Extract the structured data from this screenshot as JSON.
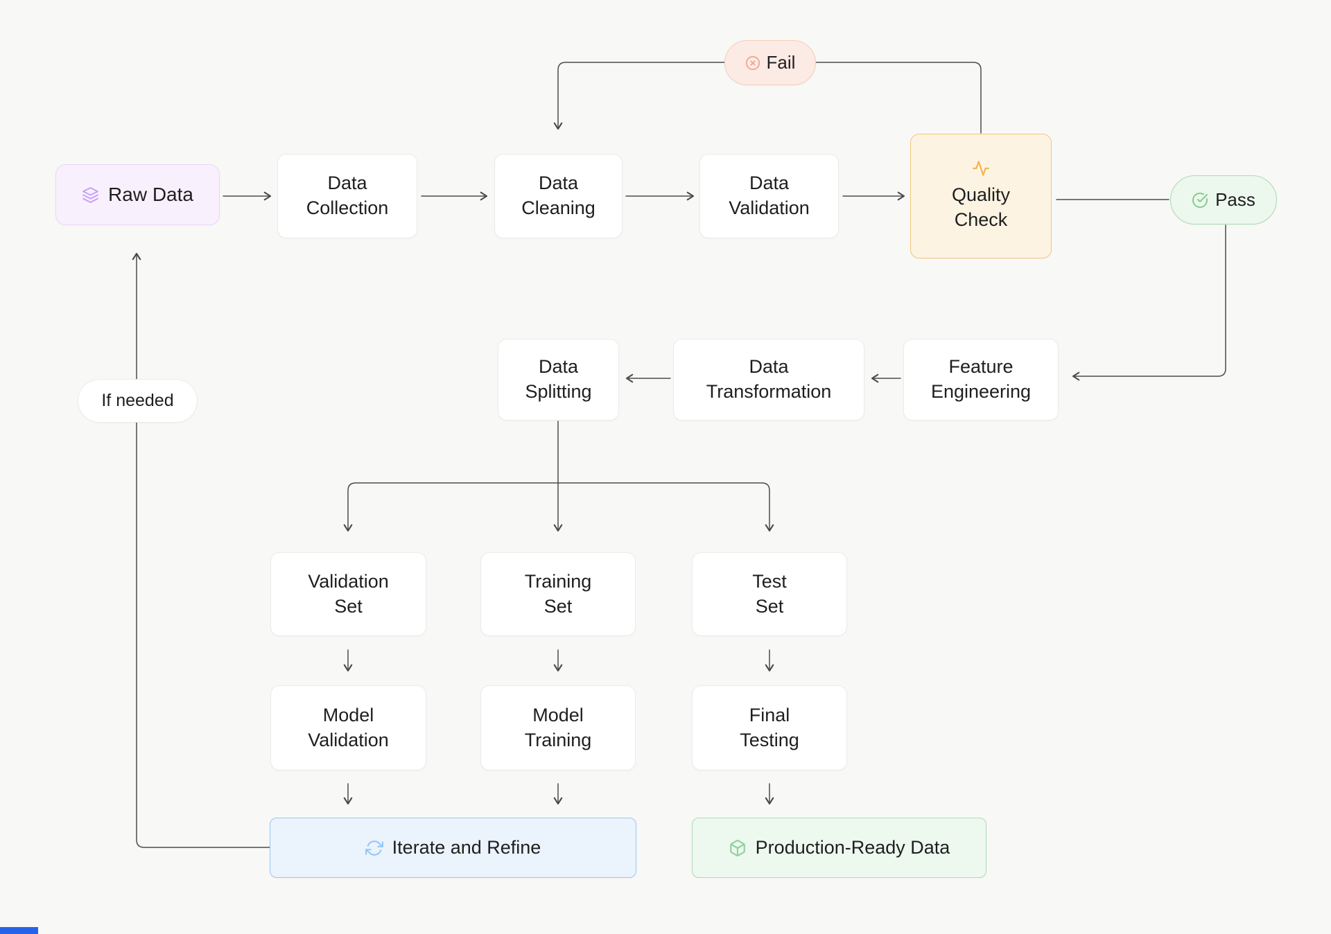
{
  "title": "Data preparation pipeline flowchart",
  "colors": {
    "background": "#f8f8f7",
    "connector": "#4b4b4b",
    "box_bg": "#ffffff",
    "box_border": "#ebebe9",
    "text": "#1e1e20",
    "raw_data_bg": "#f9f0fe",
    "raw_data_border": "#e8d8f8",
    "quality_check_bg": "#fdf3e2",
    "quality_check_border": "#f4c77b",
    "pass_bg": "#ecf7ed",
    "pass_border": "#abdbb0",
    "fail_bg": "#fcebe4",
    "fail_border": "#f7cbbb",
    "iterate_bg": "#ebf3fd",
    "iterate_border": "#97c8f6",
    "production_bg": "#edf8ef",
    "production_border": "#addcb6",
    "bottom_accent": "#2563eb"
  },
  "nodes": {
    "raw_data": {
      "label": "Raw Data",
      "icon": "layers-icon",
      "icon_color": "#c8a4f4"
    },
    "data_collection": {
      "label": "Data\nCollection"
    },
    "data_cleaning": {
      "label": "Data\nCleaning"
    },
    "data_validation": {
      "label": "Data\nValidation"
    },
    "quality_check": {
      "label": "Quality\nCheck",
      "icon": "activity-icon",
      "icon_color": "#f2b54d"
    },
    "pass_badge": {
      "label": "Pass",
      "icon": "circle-check-icon",
      "icon_color": "#86cc90"
    },
    "fail_badge": {
      "label": "Fail",
      "icon": "circle-x-icon",
      "icon_color": "#f0a78f"
    },
    "feature_engineering": {
      "label": "Feature\nEngineering"
    },
    "data_transformation": {
      "label": "Data\nTransformation"
    },
    "data_splitting": {
      "label": "Data\nSplitting"
    },
    "if_needed_badge": {
      "label": "If needed"
    },
    "validation_set": {
      "label": "Validation\nSet"
    },
    "training_set": {
      "label": "Training\nSet"
    },
    "test_set": {
      "label": "Test\nSet"
    },
    "model_validation": {
      "label": "Model\nValidation"
    },
    "model_training": {
      "label": "Model\nTraining"
    },
    "final_testing": {
      "label": "Final\nTesting"
    },
    "iterate_and_refine": {
      "label": "Iterate and Refine",
      "icon": "refresh-icon",
      "icon_color": "#97c8f6"
    },
    "production_ready": {
      "label": "Production-Ready Data",
      "icon": "package-icon",
      "icon_color": "#90d29d"
    }
  },
  "edges": [
    {
      "from": "Raw Data",
      "to": "Data Collection"
    },
    {
      "from": "Data Collection",
      "to": "Data Cleaning"
    },
    {
      "from": "Data Cleaning",
      "to": "Data Validation"
    },
    {
      "from": "Data Validation",
      "to": "Quality Check"
    },
    {
      "from": "Quality Check",
      "to": "Data Cleaning",
      "label": "Fail"
    },
    {
      "from": "Quality Check",
      "to": "Feature Engineering",
      "label": "Pass"
    },
    {
      "from": "Feature Engineering",
      "to": "Data Transformation"
    },
    {
      "from": "Data Transformation",
      "to": "Data Splitting"
    },
    {
      "from": "Data Splitting",
      "to": "Validation Set"
    },
    {
      "from": "Data Splitting",
      "to": "Training Set"
    },
    {
      "from": "Data Splitting",
      "to": "Test Set"
    },
    {
      "from": "Validation Set",
      "to": "Model Validation"
    },
    {
      "from": "Training Set",
      "to": "Model Training"
    },
    {
      "from": "Test Set",
      "to": "Final Testing"
    },
    {
      "from": "Model Validation",
      "to": "Iterate and Refine"
    },
    {
      "from": "Model Training",
      "to": "Iterate and Refine"
    },
    {
      "from": "Final Testing",
      "to": "Production-Ready Data"
    },
    {
      "from": "Iterate and Refine",
      "to": "Raw Data",
      "label": "If needed"
    }
  ]
}
